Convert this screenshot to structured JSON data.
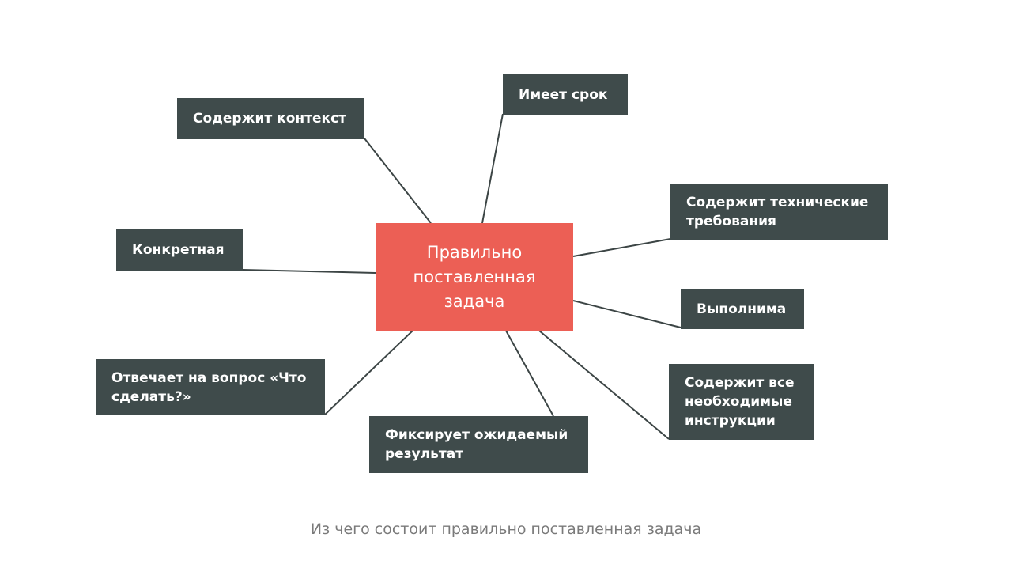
{
  "diagram": {
    "center": "Правильно\nпоставленная\nзадача",
    "nodes": {
      "has_deadline": "Имеет срок",
      "has_context": "Содержит контекст",
      "tech_requirements": "Содержит технические\nтребования",
      "concrete": "Конкретная",
      "feasible": "Выполнима",
      "answers_question": "Отвечает на вопрос «Что\nсделать?»",
      "all_instructions": "Содержит все\nнеобходимые\nинструкции",
      "expected_result": "Фиксирует ожидаемый\nрезультат"
    },
    "colors": {
      "center_fill": "#ec5f55",
      "node_fill": "#3f4b4b",
      "line": "#3c4545"
    }
  },
  "caption": "Из чего состоит правильно поставленная задача"
}
